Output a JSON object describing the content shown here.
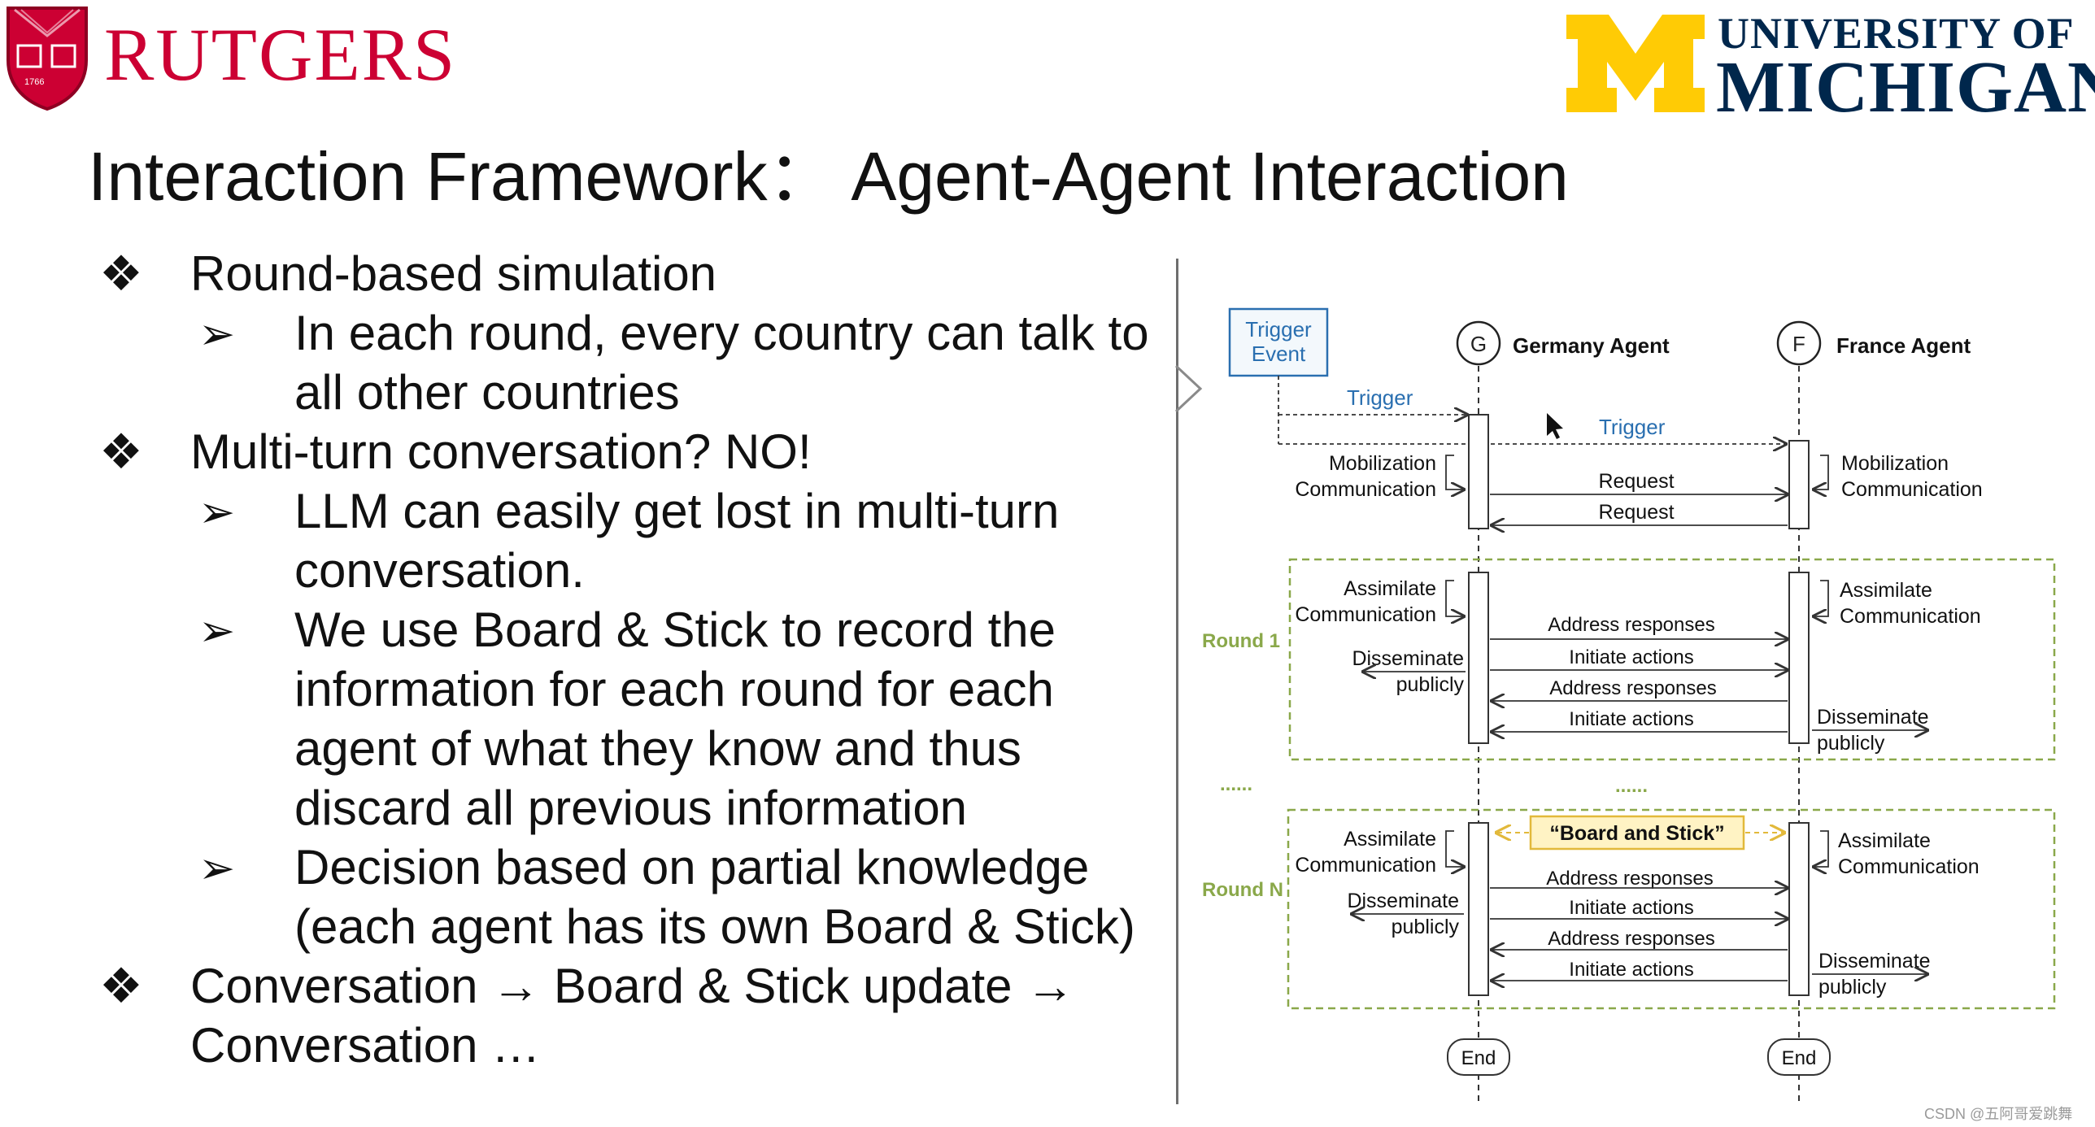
{
  "header": {
    "left_logo": {
      "text": "RUTGERS",
      "seal_year": "1766"
    },
    "right_logo": {
      "line1": "UNIVERSITY OF",
      "line2": "MICHIGAN"
    }
  },
  "slide": {
    "title": "Interaction Framework： Agent-Agent Interaction",
    "bullets": [
      {
        "level": 1,
        "glyph": "❖",
        "lines": [
          "Round-based simulation"
        ]
      },
      {
        "level": 2,
        "glyph": "➢",
        "lines": [
          "In each round, every country can talk to",
          "all other countries"
        ]
      },
      {
        "level": 1,
        "glyph": "❖",
        "lines": [
          "Multi-turn conversation? NO!"
        ]
      },
      {
        "level": 2,
        "glyph": "➢",
        "lines": [
          "LLM can easily get lost in multi-turn",
          "conversation."
        ]
      },
      {
        "level": 2,
        "glyph": "➢",
        "lines": [
          "We use Board & Stick to record the",
          "information for each round for each",
          "agent of what they know and thus",
          "discard all previous information"
        ]
      },
      {
        "level": 2,
        "glyph": "➢",
        "lines": [
          "Decision based on partial knowledge",
          "(each agent has its own Board & Stick)"
        ]
      },
      {
        "level": 1,
        "glyph": "❖",
        "lines": [
          "Conversation → Board & Stick update →",
          "Conversation …"
        ]
      }
    ]
  },
  "diagram": {
    "trigger_event": [
      "Trigger",
      "Event"
    ],
    "agent_g": {
      "symbol": "G",
      "name": "Germany Agent"
    },
    "agent_f": {
      "symbol": "F",
      "name": "France Agent"
    },
    "trigger_label": "Trigger",
    "mobilization": [
      "Mobilization",
      "Communication"
    ],
    "request": "Request",
    "assimilate": [
      "Assimilate",
      "Communication"
    ],
    "disseminate": [
      "Disseminate",
      "publicly"
    ],
    "address_responses": "Address responses",
    "initiate_actions": "Initiate actions",
    "round1": "Round 1",
    "roundN": "Round N",
    "ellipsis": "......",
    "board_stick": "“Board and Stick”",
    "end": "End",
    "colors": {
      "blue": "#2a6fb0",
      "green": "#8aa84a",
      "yellow_fill": "#fff3c4",
      "yellow_border": "#e2b93b"
    }
  },
  "watermark": "CSDN @五阿哥爱跳舞"
}
